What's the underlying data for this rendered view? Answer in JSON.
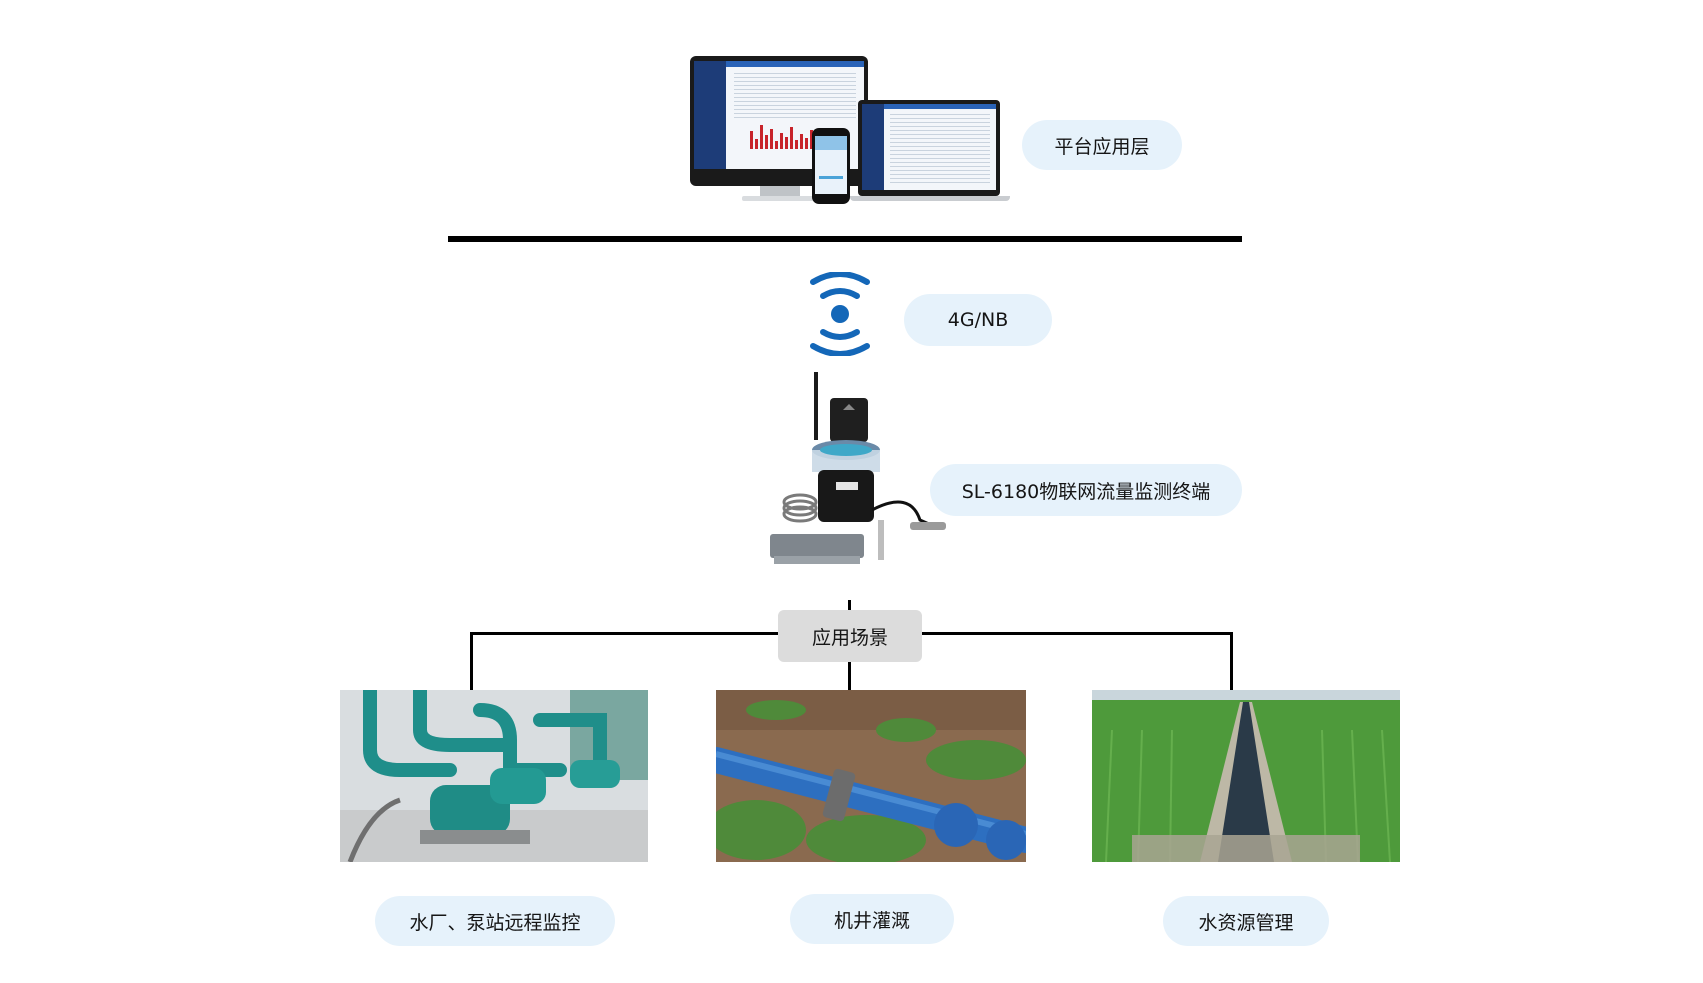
{
  "layers": {
    "platform": "平台应用层",
    "network": "4G/NB",
    "terminal": "SL-6180物联网流量监测终端"
  },
  "hub": "应用场景",
  "scenarios": [
    {
      "label": "水厂、泵站远程监控",
      "icon": "pump-station-photo"
    },
    {
      "label": "机井灌溉",
      "icon": "irrigation-pipe-photo"
    },
    {
      "label": "水资源管理",
      "icon": "water-canal-photo"
    }
  ],
  "colors": {
    "pill_bg": "#e6f2fb",
    "hub_bg": "#dcdcdc",
    "signal_blue": "#1467b8",
    "chart_red": "#c8242b"
  }
}
